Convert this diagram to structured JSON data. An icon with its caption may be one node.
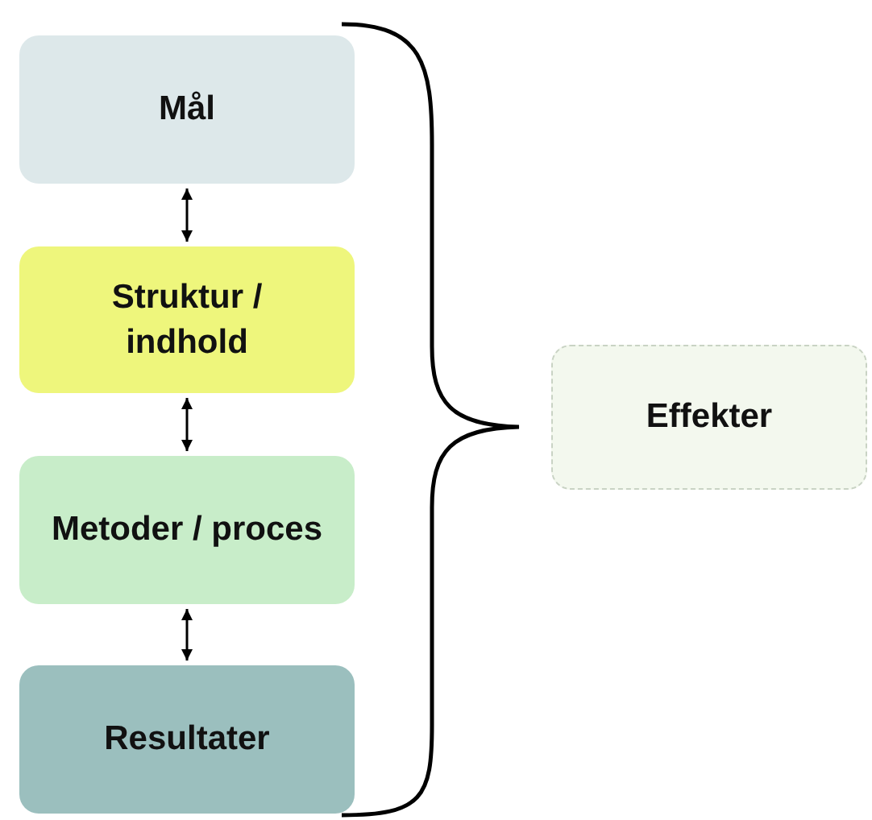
{
  "diagram": {
    "nodes": [
      {
        "text": [
          "Mål"
        ]
      },
      {
        "text": [
          "Struktur / indhold"
        ]
      },
      {
        "text": [
          "Metoder / proces"
        ]
      },
      {
        "text": [
          "Resultater"
        ]
      },
      {
        "text": [
          "Effekter"
        ]
      }
    ],
    "edges": [
      {
        "from": 0,
        "to": 1,
        "arrow": "both"
      },
      {
        "from": 1,
        "to": 2,
        "arrow": "both"
      },
      {
        "from": 2,
        "to": 3,
        "arrow": "both"
      }
    ]
  }
}
